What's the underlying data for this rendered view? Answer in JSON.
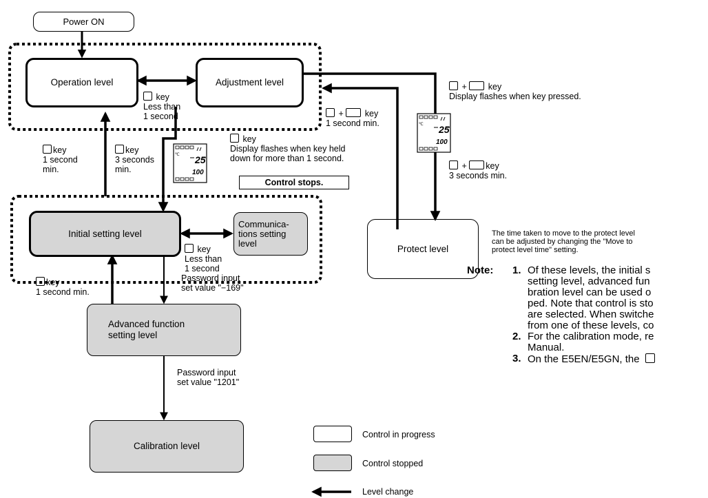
{
  "nodes": {
    "power_on": "Power ON",
    "operation": "Operation level",
    "adjustment": "Adjustment level",
    "initial": "Initial setting level",
    "communications": [
      "Communica-",
      "tions setting",
      "level"
    ],
    "protect": "Protect level",
    "advanced": [
      "Advanced function",
      "setting level"
    ],
    "calibration": "Calibration level"
  },
  "labels": {
    "op_adj_key": [
      "key",
      "Less than",
      "1 second"
    ],
    "adj_prot_key": [
      "+",
      "key",
      "Display flashes when key pressed."
    ],
    "prot_adj_key": [
      "+",
      "key",
      "1 second min."
    ],
    "adj_init_key": [
      "key",
      "Display flashes when key held",
      "down for more than 1 second."
    ],
    "control_stops": "Control stops.",
    "prot_3s": [
      "+",
      "key",
      "3 seconds min."
    ],
    "left_1s": [
      "key",
      "1 second",
      "min."
    ],
    "mid_3s": [
      "key",
      "3 seconds",
      "min."
    ],
    "init_comm_key": [
      "key",
      "Less than",
      "1 second"
    ],
    "calib_up_key": [
      "key",
      "1 second min."
    ],
    "pw1": [
      "Password input",
      "set value \"−169\""
    ],
    "pw2": [
      "Password input",
      "set value \"1201\""
    ],
    "protect_time_note": [
      "The time taken to move to the protect level",
      "can be adjusted by changing the \"Move to",
      "protect level time\" setting."
    ]
  },
  "lcd": {
    "main_value": "25",
    "sub_value": "100",
    "unit": "℃"
  },
  "legend": {
    "progress": "Control in progress",
    "stopped": "Control stopped",
    "change": "Level change"
  },
  "notes": {
    "heading": "Note:",
    "items": [
      {
        "num": "1.",
        "lines": [
          "Of these levels, the initial s",
          "setting level, advanced fun",
          "bration level can be used o",
          "ped. Note that control is sto",
          "are selected. When switche",
          "from one of these levels, co"
        ]
      },
      {
        "num": "2.",
        "lines": [
          "For the calibration mode, re",
          "Manual."
        ]
      },
      {
        "num": "3.",
        "lines": [
          "On the E5EN/E5GN, the"
        ]
      }
    ]
  },
  "colors": {
    "stopped_fill": "#d6d6d6",
    "line": "#000000",
    "background": "#ffffff"
  }
}
